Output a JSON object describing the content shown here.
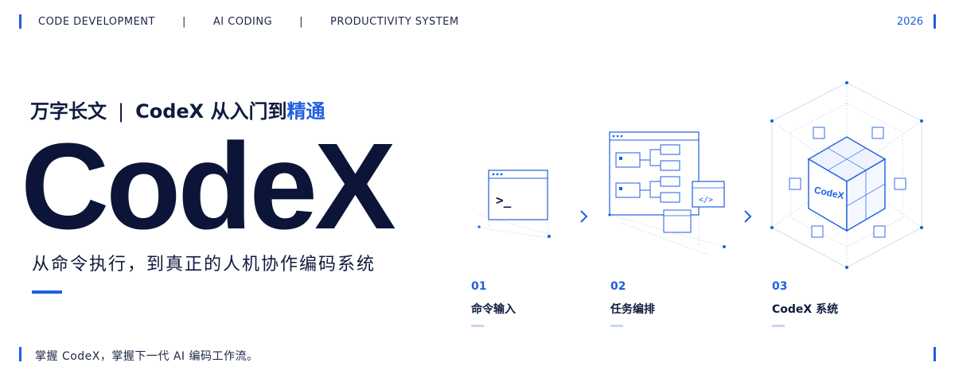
{
  "nav": {
    "items": [
      "CODE DEVELOPMENT",
      "AI CODING",
      "PRODUCTIVITY SYSTEM"
    ],
    "separator": "|",
    "year": "2026"
  },
  "hero": {
    "subtitle_left": "万字长文",
    "subtitle_divider": "|",
    "subtitle_right": "CodeX 从入门到",
    "subtitle_highlight": "精通",
    "title": "CodeX",
    "tagline": "从命令执行，到真正的人机协作编码系统"
  },
  "steps": [
    {
      "num": "01",
      "label": "命令输入",
      "icon": "terminal-window-icon"
    },
    {
      "num": "02",
      "label": "任务编排",
      "icon": "task-flow-icon"
    },
    {
      "num": "03",
      "label": "CodeX 系统",
      "icon": "codex-cube-icon"
    }
  ],
  "cube_label": "CodeX",
  "terminal_prompt": ">_",
  "code_tag": "</>",
  "footer": {
    "text": "掌握 CodeX，掌握下一代 AI 编码工作流。"
  },
  "colors": {
    "accent": "#1f5fe0",
    "text_dark": "#0c1538",
    "line_light": "#c9d6ef"
  }
}
